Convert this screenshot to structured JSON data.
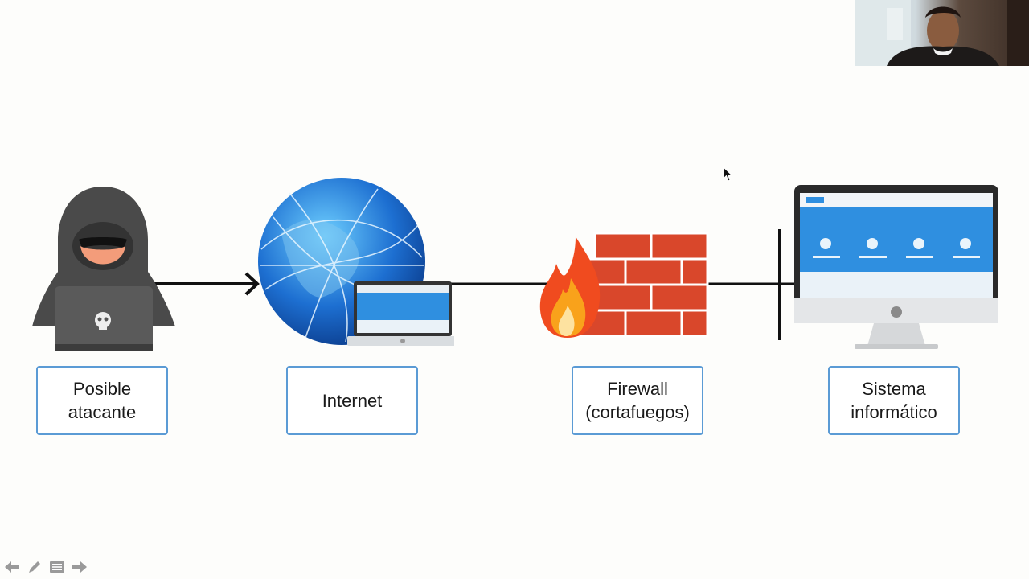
{
  "slide": {
    "nodes": [
      {
        "id": "attacker",
        "label": "Posible\natacante"
      },
      {
        "id": "internet",
        "label": "Internet"
      },
      {
        "id": "firewall",
        "label": "Firewall\n(cortafuegos)"
      },
      {
        "id": "system",
        "label": "Sistema\ninformático"
      }
    ]
  },
  "colors": {
    "box_border": "#5b9bd5",
    "brick": "#d9472b",
    "screen_blue": "#2f8fe0"
  },
  "icons": {
    "attacker": "hacker-icon",
    "internet": "globe-icon",
    "firewall": "firewall-icon",
    "system": "desktop-computer-icon"
  }
}
